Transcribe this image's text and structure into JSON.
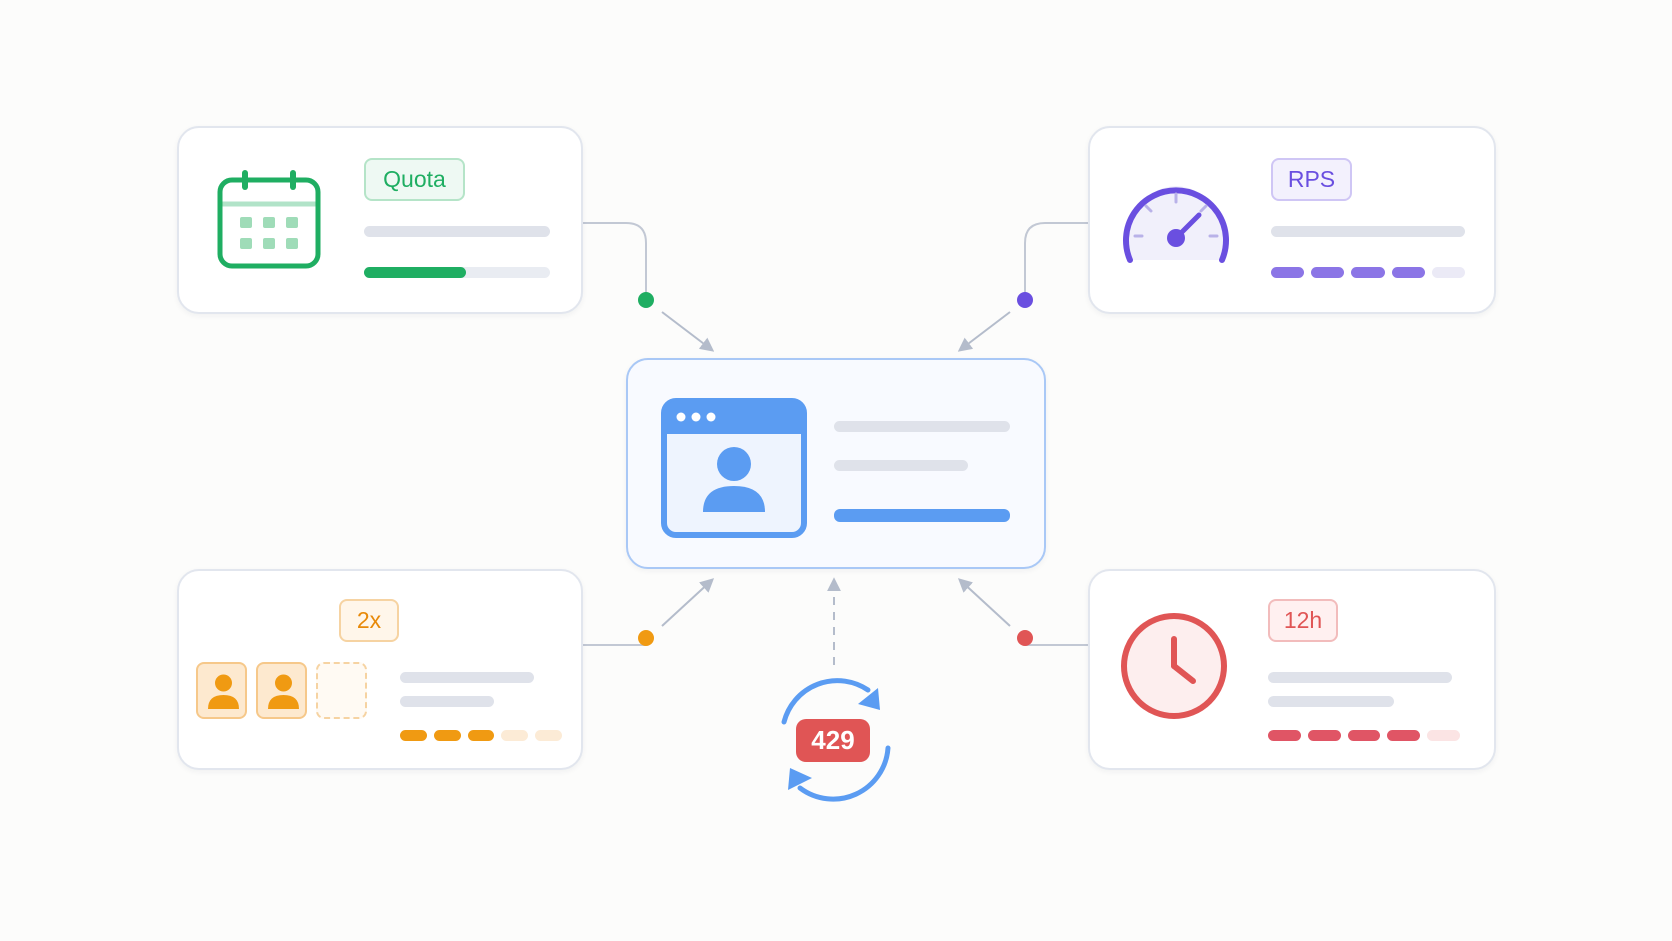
{
  "colors": {
    "quota": "#1fae62",
    "rps": "#6a4fe0",
    "burst": "#f09a12",
    "window": "#e05555",
    "client": "#5b9cf2",
    "connector": "#b4bccb"
  },
  "quota": {
    "label": "Quota",
    "icon": "calendar-icon",
    "progress": 0.55
  },
  "rps": {
    "label": "RPS",
    "icon": "speedometer-icon",
    "segments_filled": 4,
    "segments_total": 5
  },
  "burst": {
    "label": "2x",
    "icon": "user-icon",
    "slots_filled": 2,
    "slots_total": 3,
    "segments_filled": 3,
    "segments_total": 5
  },
  "window": {
    "label": "12h",
    "icon": "clock-icon",
    "segments_filled": 4,
    "segments_total": 5
  },
  "client": {
    "icon": "browser-user-icon"
  },
  "retry": {
    "code": "429",
    "icon": "refresh-cycle-icon"
  }
}
